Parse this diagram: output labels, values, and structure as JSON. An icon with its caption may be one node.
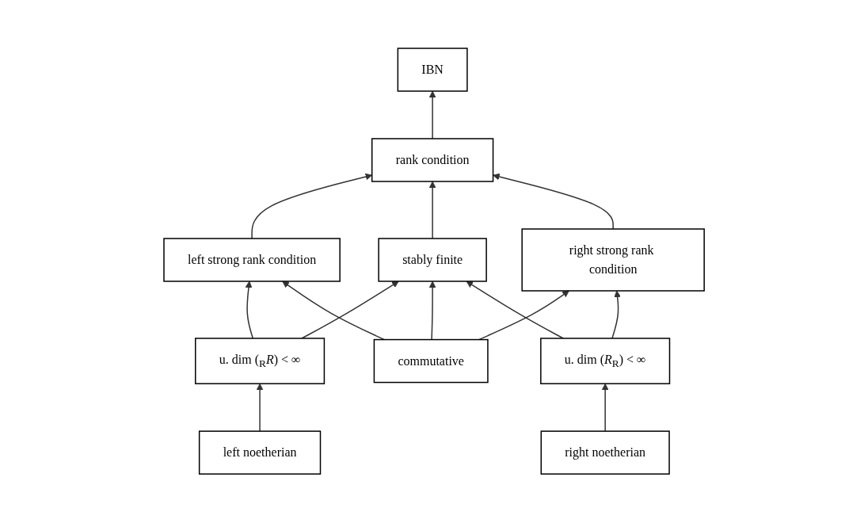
{
  "diagram": {
    "nodes": [
      {
        "text": [
          "IBN"
        ]
      },
      {
        "text": [
          "rank condition"
        ]
      },
      {
        "text": [
          "left strong rank condition"
        ]
      },
      {
        "text": [
          "stably finite"
        ]
      },
      {
        "text": [
          "right strong rank condition"
        ]
      },
      {
        "text": [
          "u. dim ($_{R}$*R*) < ∞"
        ]
      },
      {
        "text": [
          "commutative"
        ]
      },
      {
        "text": [
          "u. dim (*R*$_{R}$) < ∞"
        ]
      },
      {
        "text": [
          "left noetherian"
        ]
      },
      {
        "text": [
          "right noetherian"
        ]
      }
    ],
    "edges": [
      {
        "from": 1,
        "to": 0,
        "arrow": "to"
      },
      {
        "from": 2,
        "to": 1,
        "arrow": "to"
      },
      {
        "from": 3,
        "to": 1,
        "arrow": "to"
      },
      {
        "from": 4,
        "to": 1,
        "arrow": "to"
      },
      {
        "from": 5,
        "to": 2,
        "arrow": "to"
      },
      {
        "from": 5,
        "to": 3,
        "arrow": "to"
      },
      {
        "from": 6,
        "to": 2,
        "arrow": "to"
      },
      {
        "from": 6,
        "to": 3,
        "arrow": "to"
      },
      {
        "from": 6,
        "to": 4,
        "arrow": "to"
      },
      {
        "from": 7,
        "to": 3,
        "arrow": "to"
      },
      {
        "from": 7,
        "to": 4,
        "arrow": "to"
      },
      {
        "from": 8,
        "to": 5,
        "arrow": "to"
      },
      {
        "from": 9,
        "to": 7,
        "arrow": "to"
      }
    ]
  }
}
